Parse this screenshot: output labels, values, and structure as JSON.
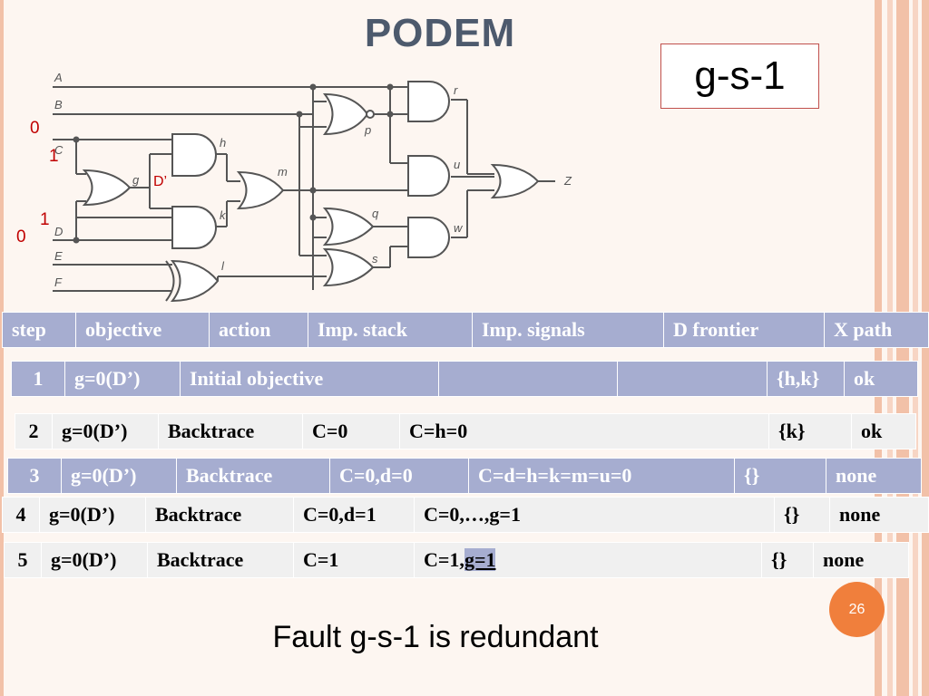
{
  "title": "PODEM",
  "fault_box": "g-s-1",
  "circuit": {
    "inputs": [
      "A",
      "B",
      "C",
      "D",
      "E",
      "F"
    ],
    "gates": [
      "r",
      "p",
      "h",
      "g",
      "m",
      "k",
      "u",
      "q",
      "w",
      "s",
      "l"
    ],
    "output": "Z"
  },
  "annotations": {
    "c_zero": "0",
    "c_one": "1",
    "g_value": "D’",
    "d_one": "1",
    "d_zero": "0"
  },
  "table": {
    "headers": [
      "step",
      "objective",
      "action",
      "Imp. stack",
      "Imp. signals",
      "D frontier",
      "X path"
    ],
    "rows": [
      [
        "1",
        "g=0(D’)",
        "Initial objective",
        "",
        "",
        "{h,k}",
        "ok"
      ],
      [
        "2",
        "g=0(D’)",
        "Backtrace",
        "C=0",
        "C=h=0",
        "{k}",
        "ok"
      ],
      [
        "3",
        "g=0(D’)",
        "Backtrace",
        "C=0,d=0",
        "C=d=h=k=m=u=0",
        "{}",
        "none"
      ],
      [
        "4",
        "g=0(D’)",
        "Backtrace",
        "C=0,d=1",
        "C=0,…,g=1",
        "{}",
        "none"
      ],
      [
        "5",
        "g=0(D’)",
        "Backtrace",
        "C=1",
        "C=1,",
        "{}",
        "none"
      ]
    ],
    "row5_highlight": "g=1"
  },
  "page_number": "26",
  "conclusion": "Fault g-s-1 is redundant"
}
